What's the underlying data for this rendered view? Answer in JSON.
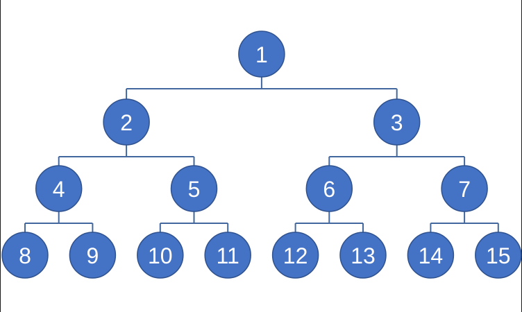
{
  "diagram": {
    "type": "binary-tree",
    "colors": {
      "node_fill": "#4472C4",
      "node_stroke": "#2F528F",
      "connector": "#41679E",
      "label": "#FFFFFF"
    },
    "nodes": [
      {
        "id": "1",
        "label": "1",
        "level": 0,
        "order": 0
      },
      {
        "id": "2",
        "label": "2",
        "level": 1,
        "order": 0
      },
      {
        "id": "3",
        "label": "3",
        "level": 1,
        "order": 1
      },
      {
        "id": "4",
        "label": "4",
        "level": 2,
        "order": 0
      },
      {
        "id": "5",
        "label": "5",
        "level": 2,
        "order": 1
      },
      {
        "id": "6",
        "label": "6",
        "level": 2,
        "order": 2
      },
      {
        "id": "7",
        "label": "7",
        "level": 2,
        "order": 3
      },
      {
        "id": "8",
        "label": "8",
        "level": 3,
        "order": 0
      },
      {
        "id": "9",
        "label": "9",
        "level": 3,
        "order": 1
      },
      {
        "id": "10",
        "label": "10",
        "level": 3,
        "order": 2
      },
      {
        "id": "11",
        "label": "11",
        "level": 3,
        "order": 3
      },
      {
        "id": "12",
        "label": "12",
        "level": 3,
        "order": 4
      },
      {
        "id": "13",
        "label": "13",
        "level": 3,
        "order": 5
      },
      {
        "id": "14",
        "label": "14",
        "level": 3,
        "order": 6
      },
      {
        "id": "15",
        "label": "15",
        "level": 3,
        "order": 7
      }
    ],
    "edges": [
      {
        "from": "1",
        "to": "2"
      },
      {
        "from": "1",
        "to": "3"
      },
      {
        "from": "2",
        "to": "4"
      },
      {
        "from": "2",
        "to": "5"
      },
      {
        "from": "3",
        "to": "6"
      },
      {
        "from": "3",
        "to": "7"
      },
      {
        "from": "4",
        "to": "8"
      },
      {
        "from": "4",
        "to": "9"
      },
      {
        "from": "5",
        "to": "10"
      },
      {
        "from": "5",
        "to": "11"
      },
      {
        "from": "6",
        "to": "12"
      },
      {
        "from": "6",
        "to": "13"
      },
      {
        "from": "7",
        "to": "14"
      },
      {
        "from": "7",
        "to": "15"
      }
    ]
  }
}
